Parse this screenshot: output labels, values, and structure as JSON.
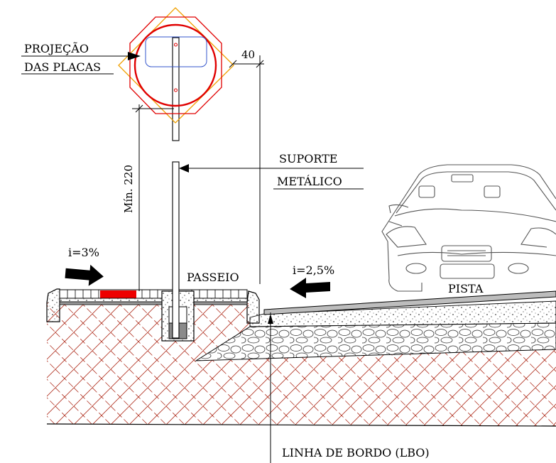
{
  "labels": {
    "sign_projection_line1": "PROJEÇÃO",
    "sign_projection_line2": "DAS PLACAS",
    "offset_dimension": "40",
    "min_height": "Mín. 220",
    "support_line1": "SUPORTE",
    "support_line2": "METÁLICO",
    "sidewalk_slope": "i=3%",
    "sidewalk": "PASSEIO",
    "road_slope": "i=2,5%",
    "road": "PISTA",
    "edge_line": "LINHA DE BORDO (LBO)"
  },
  "colors": {
    "sign_circle": "#e00000",
    "sign_octagon": "#e00000",
    "sign_diamond": "#f0a000",
    "sign_rectangle": "#3355cc",
    "soil_hatch": "#b03020",
    "sidewalk_marker": "#ee0000",
    "line": "#000000"
  },
  "icons": {
    "slope_arrow": "arrow-icon",
    "car": "car-icon"
  }
}
